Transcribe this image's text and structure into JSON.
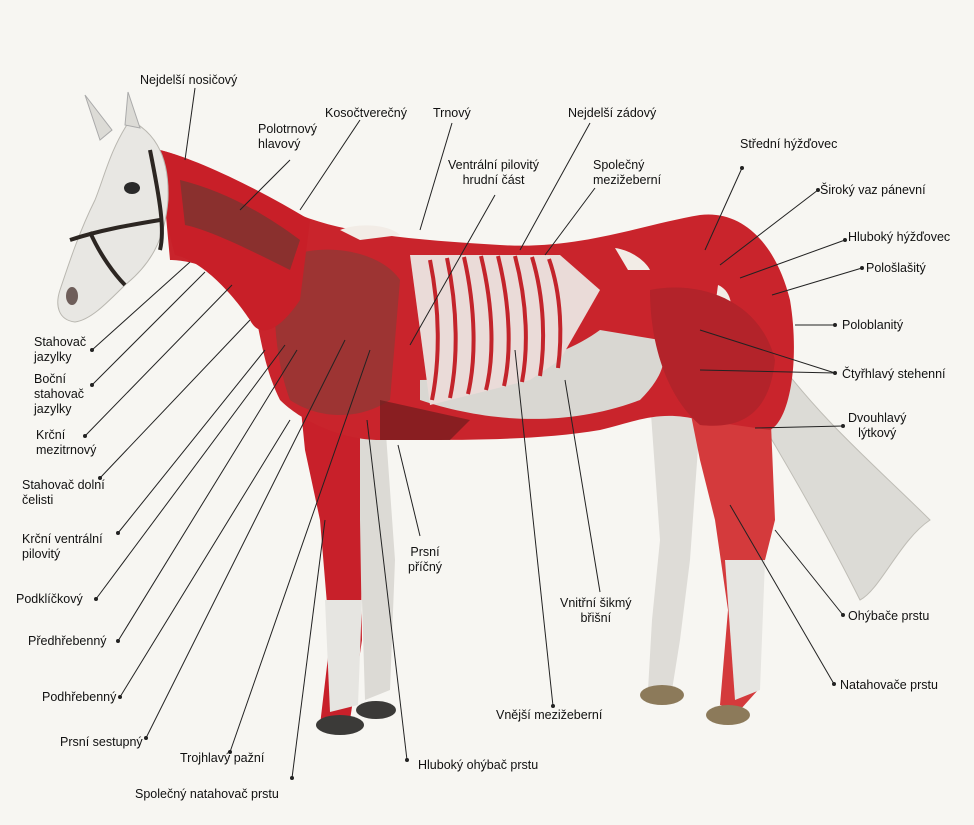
{
  "labels": {
    "nejdelsi_nosicovy": "Nejdelší nosičový",
    "polotrnovy_hlavovy": "Polotrnový\nhlavový",
    "kosoctverecny": "Kosočtverečný",
    "trnovy": "Trnový",
    "nejdelsi_zadovy": "Nejdelší zádový",
    "ventralni_pilovity_hrudni": "Ventrální pilovitý\nhrudní část",
    "spolecny_mezizeberni": "Společný\nmezižeberní",
    "stredni_hyzdovec": "Střední hýžďovec",
    "siroky_vaz_panevni": "Široký vaz pánevní",
    "hluboky_hyzdovec": "Hluboký hýžďovec",
    "poloslasity": "Pološlašitý",
    "poloblanity": "Poloblanitý",
    "ctyrhlavy_stehenni": "Čtyřhlavý stehenní",
    "dvouhlavy_lytkovy": "Dvouhlavý\nlýtkový",
    "ohybace_prstu": "Ohýbače prstu",
    "natahovace_prstu": "Natahovače prstu",
    "stahovac_jazylky": "Stahovač\njazylky",
    "bocni_stahovac_jazylky": "Boční\nstahovač\njazylky",
    "krcni_mezitrnovy": "Krční\nmezitrnový",
    "stahovac_dolni_celisti": "Stahovač dolní\nčelisti",
    "krcni_ventralni_pilovity": "Krční ventrální\npilovitý",
    "podklickovy": "Podklíčkový",
    "predhrebenny": "Předhřebenný",
    "podhrebenny": "Podhřebenný",
    "prsni_sestupny": "Prsní sestupný",
    "trojhlavy_pazni": "Trojhlavý pažní",
    "spolecny_natahovac_prstu": "Společný natahovač prstu",
    "hluboky_ohybac_prstu": "Hluboký ohýbač prstu",
    "prsni_pricny": "Prsní\npříčný",
    "vnitrni_sikmy_bissni": "Vnitřní šikmý\nbřišní",
    "vnejsi_mezizeberni": "Vnější mezižeberní"
  },
  "colors": {
    "muscle_red": "#c8202a",
    "muscle_dark": "#8a1d1e",
    "coat_white": "#e4e3df",
    "hoof": "#3b3a38",
    "background": "#f7f6f2"
  }
}
